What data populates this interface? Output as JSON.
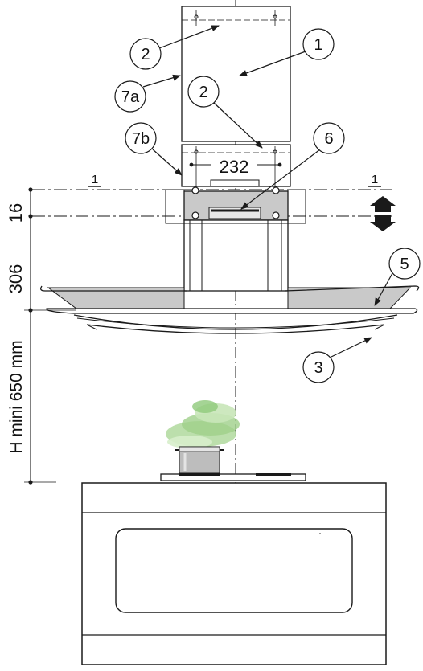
{
  "dimensions": {
    "width_label": "232",
    "top_height": "16",
    "mid_height": "306",
    "min_height": "H mini 650 mm",
    "level_left": "1",
    "level_right": "1"
  },
  "callouts": [
    {
      "id": "c2-top",
      "label": "2"
    },
    {
      "id": "c1",
      "label": "1"
    },
    {
      "id": "c7a",
      "label": "7a"
    },
    {
      "id": "c2-mid",
      "label": "2"
    },
    {
      "id": "c7b",
      "label": "7b"
    },
    {
      "id": "c6",
      "label": "6"
    },
    {
      "id": "c5",
      "label": "5"
    },
    {
      "id": "c3",
      "label": "3"
    }
  ],
  "colors": {
    "line": "#1a1a1a",
    "hood_gray": "#c9c9c9",
    "steam_green": "#9fd08a",
    "pot_gray": "#bdbdbd"
  },
  "icons": [
    "up-down-arrow-icon"
  ]
}
